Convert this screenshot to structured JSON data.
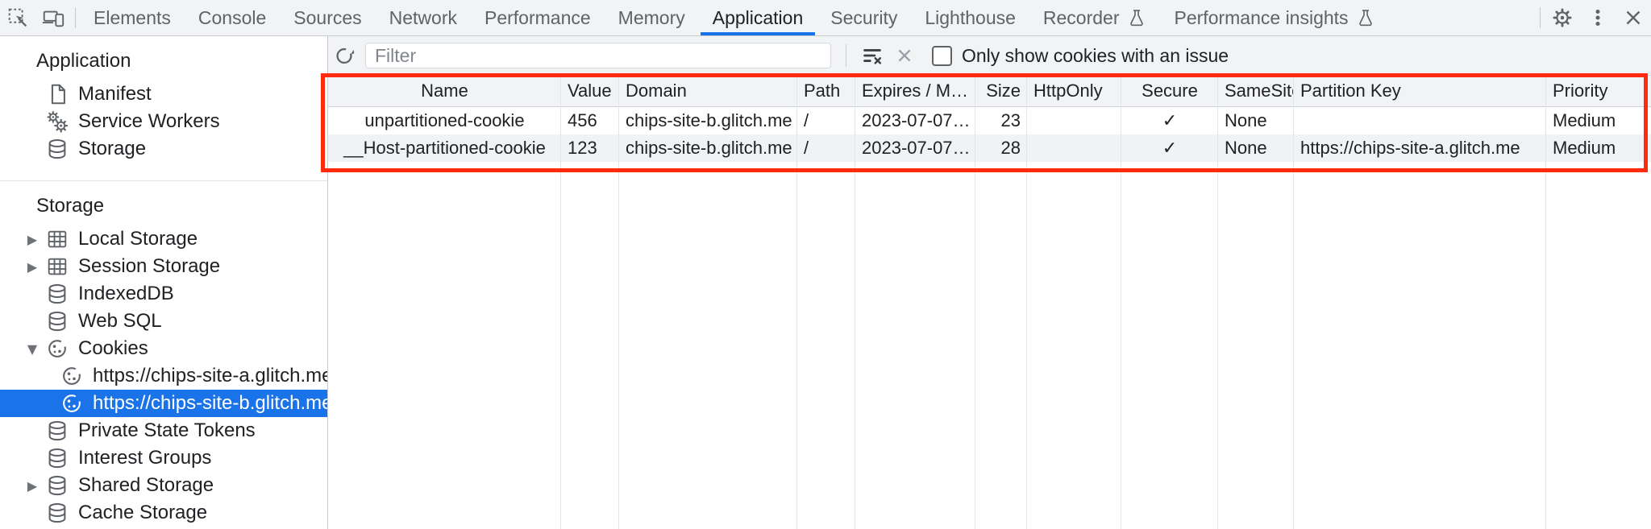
{
  "tabbar": {
    "tabs": [
      {
        "label": "Elements"
      },
      {
        "label": "Console"
      },
      {
        "label": "Sources"
      },
      {
        "label": "Network"
      },
      {
        "label": "Performance"
      },
      {
        "label": "Memory"
      },
      {
        "label": "Application",
        "active": true
      },
      {
        "label": "Security"
      },
      {
        "label": "Lighthouse"
      },
      {
        "label": "Recorder",
        "flask": true
      },
      {
        "label": "Performance insights",
        "flask": true
      }
    ]
  },
  "sidebar": {
    "sections": [
      {
        "title": "Application",
        "items": [
          {
            "label": "Manifest",
            "icon": "file"
          },
          {
            "label": "Service Workers",
            "icon": "service-worker"
          },
          {
            "label": "Storage",
            "icon": "database"
          }
        ]
      },
      {
        "title": "Storage",
        "items": [
          {
            "label": "Local Storage",
            "icon": "table",
            "expander": "collapsed"
          },
          {
            "label": "Session Storage",
            "icon": "table",
            "expander": "collapsed"
          },
          {
            "label": "IndexedDB",
            "icon": "database"
          },
          {
            "label": "Web SQL",
            "icon": "database"
          },
          {
            "label": "Cookies",
            "icon": "cookie",
            "expander": "expanded"
          },
          {
            "label": "https://chips-site-a.glitch.me",
            "icon": "cookie",
            "child": true
          },
          {
            "label": "https://chips-site-b.glitch.me",
            "icon": "cookie",
            "child": true,
            "selected": true
          },
          {
            "label": "Private State Tokens",
            "icon": "database"
          },
          {
            "label": "Interest Groups",
            "icon": "database"
          },
          {
            "label": "Shared Storage",
            "icon": "database",
            "expander": "collapsed"
          },
          {
            "label": "Cache Storage",
            "icon": "database"
          }
        ]
      }
    ]
  },
  "toolbar": {
    "filter_placeholder": "Filter",
    "checkbox_label": "Only show cookies with an issue",
    "checkbox_checked": false
  },
  "cookies_table": {
    "columns": [
      "Name",
      "Value",
      "Domain",
      "Path",
      "Expires / M…",
      "Size",
      "HttpOnly",
      "Secure",
      "SameSite",
      "Partition Key",
      "Priority"
    ],
    "rows": [
      [
        "unpartitioned-cookie",
        "456",
        "chips-site-b.glitch.me",
        "/",
        "2023-07-07…",
        "23",
        "",
        "✓",
        "None",
        "",
        "Medium"
      ],
      [
        "__Host-partitioned-cookie",
        "123",
        "chips-site-b.glitch.me",
        "/",
        "2023-07-07…",
        "28",
        "",
        "✓",
        "None",
        "https://chips-site-a.glitch.me",
        "Medium"
      ]
    ]
  },
  "colors": {
    "accent": "#1a73e8",
    "selection_bg": "#1a73e8",
    "toolbar_bg": "#f1f3f4",
    "row_alt_bg": "#eff3f6",
    "grid_line": "#e3e6e9",
    "highlight": "#ff2b0d"
  }
}
